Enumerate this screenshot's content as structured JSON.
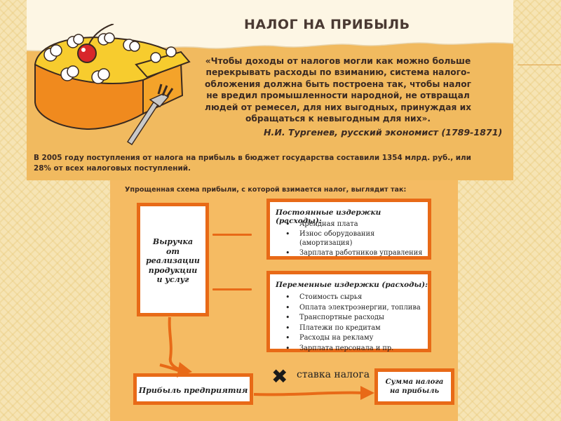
{
  "header": {
    "title": "НАЛОГ НА ПРИБЫЛЬ"
  },
  "quote": {
    "lines": [
      "«Чтобы доходы от налогов могли как можно больше",
      "перекрывать расходы по взиманию, система налого-",
      "обложения должна быть построена так, чтобы налог",
      "не вредил промышленности народной, не отвращал",
      "людей от ремесел, для них выгодных, принуждая их",
      "обращаться к невыгодным для них»."
    ],
    "author": "Н.И. Тургенев, русский экономист (1789-1871)"
  },
  "stat": {
    "line1": "В 2005 году поступления от налога на прибыль в бюджет государства составили 1354  млрд. руб., или",
    "line2": "28% от всех налоговых поступлений."
  },
  "scheme": {
    "title": "Упрощенная схема прибыли, с которой взимается налог, выглядит так:",
    "revenue_lines": [
      "Выручка",
      "от реализации",
      "продукции",
      "и услуг"
    ],
    "fixed_costs": {
      "heading": "Постоянные издержки (расходы):",
      "items": [
        "Арендная плата",
        "Износ оборудования (амортизация)",
        "Зарплата работников управления"
      ]
    },
    "variable_costs": {
      "heading": "Переменные издержки (расходы):",
      "items": [
        "Стоимость сырья",
        "Оплата электроэнергии, топлива",
        "Транспортные расходы",
        "Платежи по кредитам",
        "Расходы на рекламу",
        "Зарплата персонала и пр."
      ]
    },
    "profit_label": "Прибыль предприятия",
    "multiply_symbol": "✖",
    "tax_rate_label": "ставка налога",
    "tax_sum_lines": [
      "Сумма налога",
      "на прибыль"
    ]
  },
  "colors": {
    "accent_orange": "#e86a17",
    "panel_orange": "#f1ba5f",
    "background": "#f6e4b4"
  },
  "icons": [
    "cake-illustration",
    "cherry-icon",
    "fork-icon",
    "arrow-icon",
    "multiply-icon"
  ]
}
